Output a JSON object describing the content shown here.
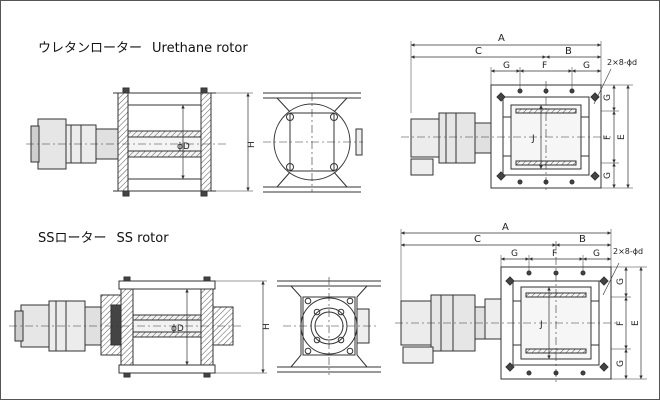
{
  "sections": {
    "urethane": {
      "title_jp": "ウレタンローター",
      "title_en": "Urethane rotor"
    },
    "ss": {
      "title_jp": "SSローター",
      "title_en": "SS rotor"
    }
  },
  "labels": {
    "A": "A",
    "B": "B",
    "C": "C",
    "E": "E",
    "F": "F",
    "G": "G",
    "H": "H",
    "J": "J",
    "phiD": "ϕD",
    "holes": "2×8-ϕd"
  },
  "colors": {
    "line": "#333333",
    "hatch": "#555555",
    "fill": "#dddddd",
    "dark": "#444444"
  }
}
